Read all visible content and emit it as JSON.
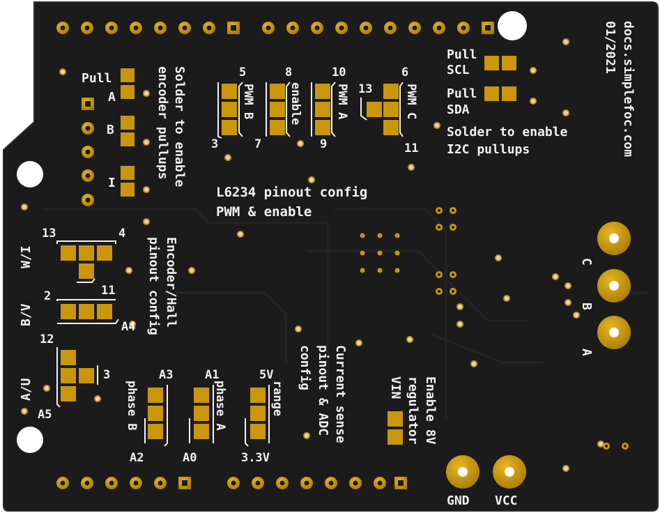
{
  "board": {
    "colors": {
      "substrate": "#1b1b1b",
      "edge": "#2c2c2c",
      "copper_pad": "#c9960c",
      "copper_dark": "#9c7308",
      "silkscreen": "#f2f2f2",
      "via": "#d2d2d2",
      "background": "#ffffff"
    },
    "header_text": {
      "url": "docs.simplefoc.com",
      "date": "01/2021"
    },
    "i2c": {
      "pull_label": "Pull",
      "scl": "SCL",
      "sda": "SDA",
      "caption_1": "Solder to enable",
      "caption_2": "I2C pullups"
    },
    "encoder": {
      "pull": "Pull",
      "a": "A",
      "b": "B",
      "i": "I",
      "caption_1": "Solder to enable",
      "caption_2": "encoder pullups"
    },
    "l6234": {
      "title": "L6234 pinout config",
      "subtitle": "PWM & enable",
      "labels": {
        "n5": "5",
        "n3": "3",
        "pwm_b": "PWM B",
        "n8": "8",
        "n7": "7",
        "enable": "enable",
        "n10": "10",
        "n9": "9",
        "pwm_a": "PWM A",
        "n6": "6",
        "n13": "13",
        "n11": "11",
        "pwm_c": "PWM C"
      }
    },
    "hall": {
      "caption_1": "Encoder/Hall",
      "caption_2": "pinout config",
      "w_i": "W/I",
      "b_v": "B/V",
      "a_u": "A/U",
      "n13": "13",
      "n4": "4",
      "n11": "11",
      "n2": "2",
      "a4": "A4",
      "n12": "12",
      "n3": "3",
      "a5": "A5"
    },
    "current": {
      "caption_1": "Current sense",
      "caption_2": "pinout & ADC",
      "caption_3": "config",
      "phase_b": "phase B",
      "a3": "A3",
      "a2": "A2",
      "phase_a": "phase A",
      "a1": "A1",
      "a0": "A0",
      "range": "range",
      "v5": "5V",
      "v33": "3.3V"
    },
    "regulator": {
      "line_1": "Enable 8V",
      "line_2": "regulator",
      "line_3": "VIN"
    },
    "motor": {
      "c": "C",
      "b": "B",
      "a": "A"
    },
    "power": {
      "gnd": "GND",
      "vcc": "VCC"
    }
  }
}
